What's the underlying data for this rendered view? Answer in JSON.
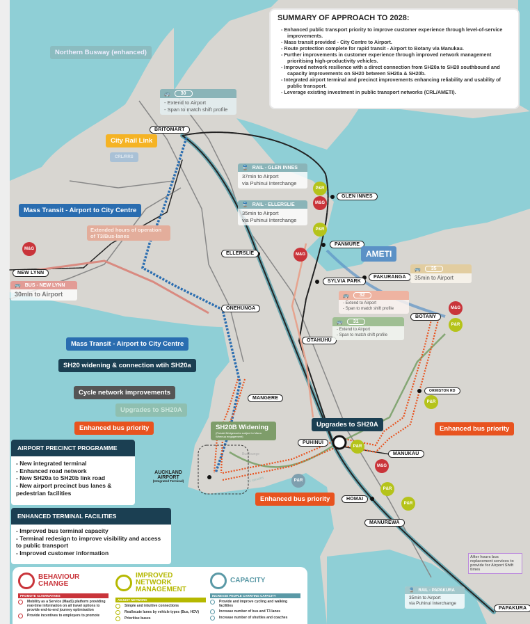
{
  "summary": {
    "title": "SUMMARY OF APPROACH TO 2028:",
    "items": [
      "Enhanced public transport priority to improve customer experience through level-of-service improvements.",
      "Mass transit provided - City Centre to Airport.",
      "Route protection complete for rapid transit - Airport to Botany via Manukau.",
      "Further improvements in customer experience through improved network management prioritising high-productivity vehicles.",
      "Improved network resilience with a direct connection from SH20a to SH20 southbound and capacity improvements on SH20 between SH20a & SH20b.",
      "Integrated airport terminal and precinct improvements enhancing reliability and usability of public transport.",
      "Leverage existing investment in public transport networks (CRL/AMETI)."
    ]
  },
  "stations": [
    "BRITOMART",
    "GLEN INNES",
    "ELLERSLIE",
    "PANMURE",
    "NEW LYNN",
    "SYLVIA PARK",
    "PAKURANGA",
    "ONEHUNGA",
    "OTAHUHU",
    "BOTANY",
    "ORMISTON RD",
    "MANGERE",
    "PUHINUI",
    "MANUKAU",
    "HOMAI",
    "MANUREWA",
    "PAPAKURA"
  ],
  "callouts": {
    "northern_busway": "Northern Busway (enhanced)",
    "city_rail_link": "City Rail Link",
    "crl_faded": "CRL/RRS",
    "mass_transit_1": "Mass Transit - Airport to City Centre",
    "mass_transit_2": "Mass Transit - Airport to City Centre",
    "extended_hours": "Extended hours of operation of T3/Bus-lanes",
    "ameti": "AMETI",
    "sh20_widening": "SH20 widening & connection wtih SH20a",
    "cycle": "Cycle network improvements",
    "upgrades_faded": "Upgrades to SH20A",
    "bus_priority_1": "Enhanced bus priority",
    "bus_priority_2": "Enhanced bus priority",
    "bus_priority_3": "Enhanced bus priority",
    "sh20b": "SH20B Widening",
    "sh20b_note": "(Pukaki Bridgeworks subject to Mana Whenua engagement)",
    "upgrades_sh20a": "Upgrades to SH20A",
    "airport": "AUCKLAND AIRPORT",
    "airport_sub": "(Integrated Terminal)",
    "after_hours": "After hours bus replacement services to provide for Airport Shift times",
    "minutes": "12 minutes",
    "bus_lounge": "Bus lounge"
  },
  "bus_boxes": [
    {
      "route": "30",
      "lines": [
        "- Extend to Airport",
        "- Span to match shift profile"
      ]
    },
    {
      "title": "BUS - NEW LYNN",
      "lines": [
        "30min to Airport"
      ]
    },
    {
      "title": "RAIL - GLEN INNES",
      "lines": [
        "37min to Airport",
        "via Puhinui Interchange"
      ]
    },
    {
      "title": "RAIL - ELLERSLIE",
      "lines": [
        "35min to Airport",
        "via Puhinui Interchange"
      ]
    },
    {
      "route": "35",
      "lines": [
        "35min to Airport"
      ]
    },
    {
      "route": "32",
      "lines": [
        "- Extend to Airport",
        "- Span to match shift profile"
      ]
    },
    {
      "route": "31",
      "lines": [
        "- Extend to Airport",
        "- Span to match shift profile"
      ]
    },
    {
      "title": "RAIL - PAPAKURA",
      "lines": [
        "35min to Airport",
        "via Puhinui Interchange"
      ]
    }
  ],
  "markers": {
    "pr": "P&R",
    "mg": "M&G"
  },
  "airport_precinct": {
    "title": "AIRPORT PRECINCT  PROGRAMME",
    "items": [
      "- New integrated terminal",
      "- Enhanced road network",
      "- New SH20a to SH20b link road",
      "- New airport precinct bus lanes & pedestrian facilities"
    ]
  },
  "terminal": {
    "title": "ENHANCED TERMINAL FACILITIES",
    "items": [
      "- Improved bus terminal capacity",
      "- Terminal redesign to improve visibility and access to public transport",
      "- Improved customer information"
    ]
  },
  "legend": [
    {
      "title": "BEHAVIOUR CHANGE",
      "bar": "PROMOTE ALTERNATIVES",
      "color": "#c9343a",
      "items": [
        "Mobility as a Service (MaaS) platform providing real-time information on all travel options to provide end-to-end journey optimisation",
        "Provide incentives to employers to promote"
      ]
    },
    {
      "title": "IMPROVED NETWORK MANAGEMENT",
      "bar": "ADJUST NETWORK",
      "color": "#b5b800",
      "items": [
        "Simple and intuitive connections",
        "Reallocate lanes by vehicle types (Bus, HOV)",
        "Prioritise buses"
      ]
    },
    {
      "title": "CAPACITY",
      "bar": "INCREASE PEOPLE CARRYING CAPACITY",
      "color": "#5a99a6",
      "items": [
        "Provide and improve cycling and walking facilities",
        "Increase number of bus and T3 lanes",
        "Increase number of shuttles and coaches"
      ]
    }
  ],
  "colors": {
    "water": "#8fcfd6",
    "land": "#d8d6d1",
    "orange": "#e8531f",
    "blue": "#2a6db0",
    "navy": "#1b3f52",
    "green": "#6f9a5c"
  }
}
